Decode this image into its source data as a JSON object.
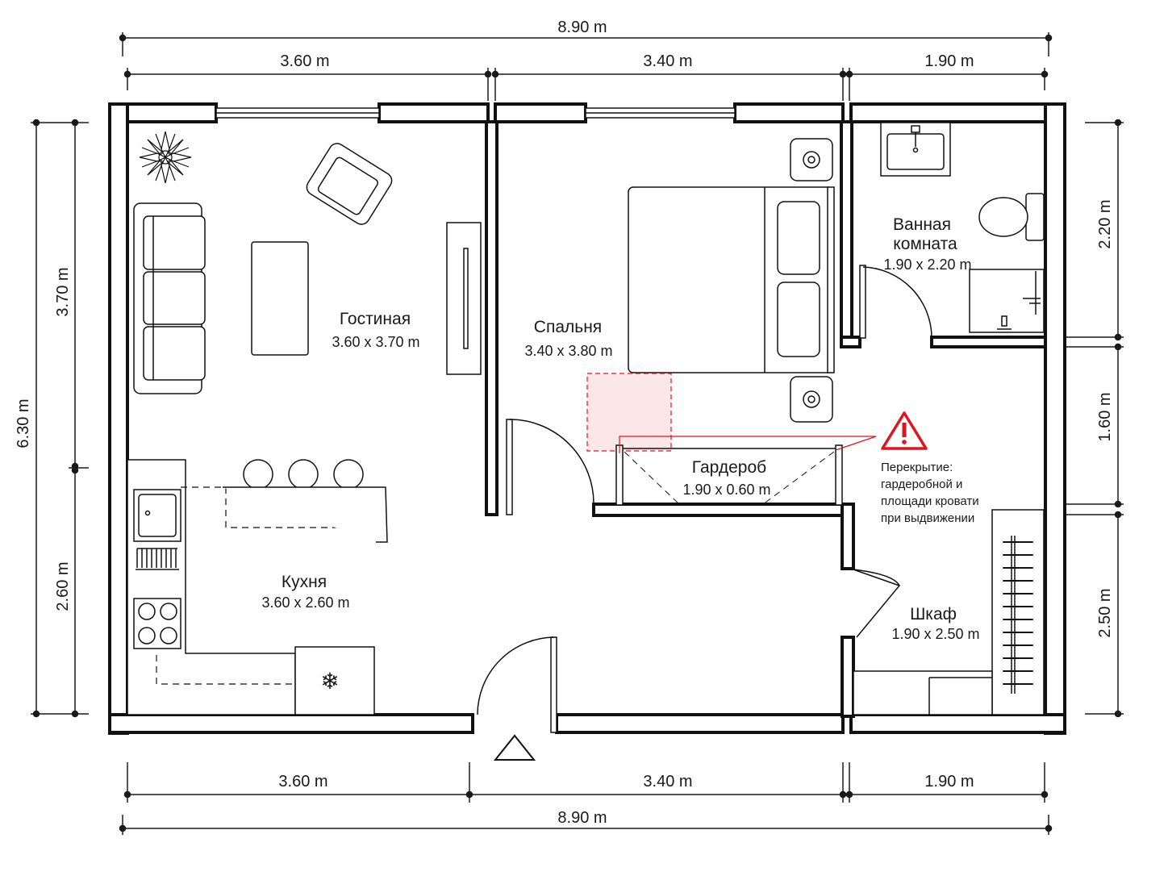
{
  "dimensions": {
    "top_total": "8.90 m",
    "top_segments": [
      "3.60 m",
      "3.40 m",
      "1.90 m"
    ],
    "bottom_total": "8.90 m",
    "bottom_segments": [
      "3.60 m",
      "3.40 m",
      "1.90 m"
    ],
    "left_total": "6.30 m",
    "left_segments": [
      "3.70 m",
      "2.60 m"
    ],
    "right_segments": [
      "2.20 m",
      "1.60 m",
      "2.50 m"
    ]
  },
  "rooms": {
    "living": {
      "name": "Гостиная",
      "size": "3.60 x 3.70 m"
    },
    "bedroom": {
      "name": "Спальня",
      "size": "3.40 x 3.80 m"
    },
    "bathroom": {
      "name_line1": "Ванная",
      "name_line2": "комната",
      "size": "1.90 x 2.20 m"
    },
    "wardrobe": {
      "name": "Гардероб",
      "size": "1.90 x 0.60 m"
    },
    "kitchen": {
      "name": "Кухня",
      "size": "3.60 x 2.60 m"
    },
    "closet": {
      "name": "Шкаф",
      "size": "1.90 x 2.50 m"
    }
  },
  "warning": {
    "icon": "warning-triangle-icon",
    "color": "#e0141e",
    "lines": [
      "Перекрытие:",
      "гардеробной и",
      "площади кровати",
      "при выдвижении"
    ]
  },
  "icons": [
    "plant-icon",
    "snowflake-icon",
    "entrance-arrow-icon",
    "sink-icon",
    "toilet-icon",
    "shower-icon",
    "stove-icon",
    "nightstand-icon"
  ],
  "colors": {
    "wall": "#111111",
    "background": "#ffffff",
    "highlight": "#e0141e"
  }
}
